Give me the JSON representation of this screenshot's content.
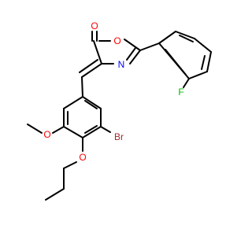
{
  "structure": {
    "atoms": {
      "O_carbonyl": {
        "text": "O",
        "color": "#ff0000"
      },
      "O_ring": {
        "text": "O",
        "color": "#ff0000"
      },
      "N_ring": {
        "text": "N",
        "color": "#0000ff"
      },
      "F": {
        "text": "F",
        "color": "#00bb00"
      },
      "O_methoxy": {
        "text": "O",
        "color": "#ff0000"
      },
      "Br": {
        "text": "Br",
        "color": "#a52a2a"
      },
      "O_propoxy": {
        "text": "O",
        "color": "#ff0000"
      }
    }
  }
}
